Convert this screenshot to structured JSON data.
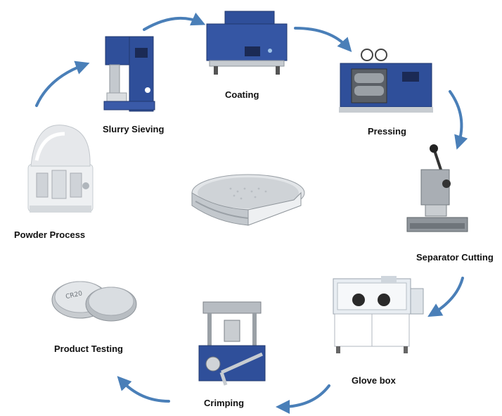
{
  "steps": [
    {
      "id": "powder",
      "label": "Powder Process"
    },
    {
      "id": "slurry",
      "label": "Slurry Sieving"
    },
    {
      "id": "coating",
      "label": "Coating"
    },
    {
      "id": "pressing",
      "label": "Pressing"
    },
    {
      "id": "separator",
      "label": "Separator Cutting"
    },
    {
      "id": "glovebox",
      "label": "Glove box"
    },
    {
      "id": "crimping",
      "label": "Crimping"
    },
    {
      "id": "testing",
      "label": "Product Testing"
    }
  ],
  "coin_text": "CR20",
  "colors": {
    "arrow": "#4a7fb8",
    "machine_blue": "#2f4f9a",
    "steel": "#b9bec4",
    "label": "#111111"
  }
}
